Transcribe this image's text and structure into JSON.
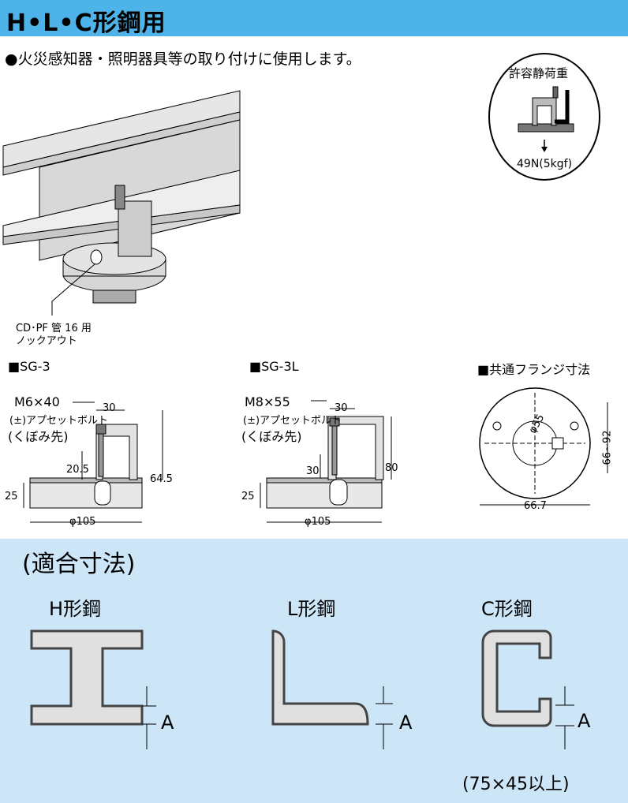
{
  "header": {
    "title": "H•L•C形鋼用"
  },
  "intro": "●火災感知器・照明器具等の取り付けに使用します。",
  "load_badge": {
    "title": "許容静荷重",
    "value": "49N(5kgf)"
  },
  "knockout_label": {
    "line1": "CD･PF 管 16 用",
    "line2": "ノックアウト"
  },
  "sg3": {
    "title": "■SG-3",
    "bolt": "M6×40",
    "bolt_type": "(±)アプセットボルト",
    "tip": "(くぼみ先)",
    "dim_30": "30",
    "dim_20_5": "20.5",
    "dim_64_5": "64.5",
    "dim_25": "25",
    "dim_diameter": "φ105"
  },
  "sg3l": {
    "title": "■SG-3L",
    "bolt": "M8×55",
    "bolt_type": "(±)アプセットボルト",
    "tip": "(くぼみ先)",
    "dim_30_top": "30",
    "dim_30_side": "30",
    "dim_80": "80",
    "dim_25": "25",
    "dim_diameter": "φ105"
  },
  "flange": {
    "title": "■共通フランジ寸法",
    "dim_55": "φ55",
    "dim_66_92": "66~92",
    "dim_66_7": "66.7"
  },
  "fit": {
    "title": "(適合寸法)",
    "h_label": "H形鋼",
    "l_label": "L形鋼",
    "c_label": "C形鋼",
    "a_label": "A",
    "c_note": "(75×45以上)"
  }
}
